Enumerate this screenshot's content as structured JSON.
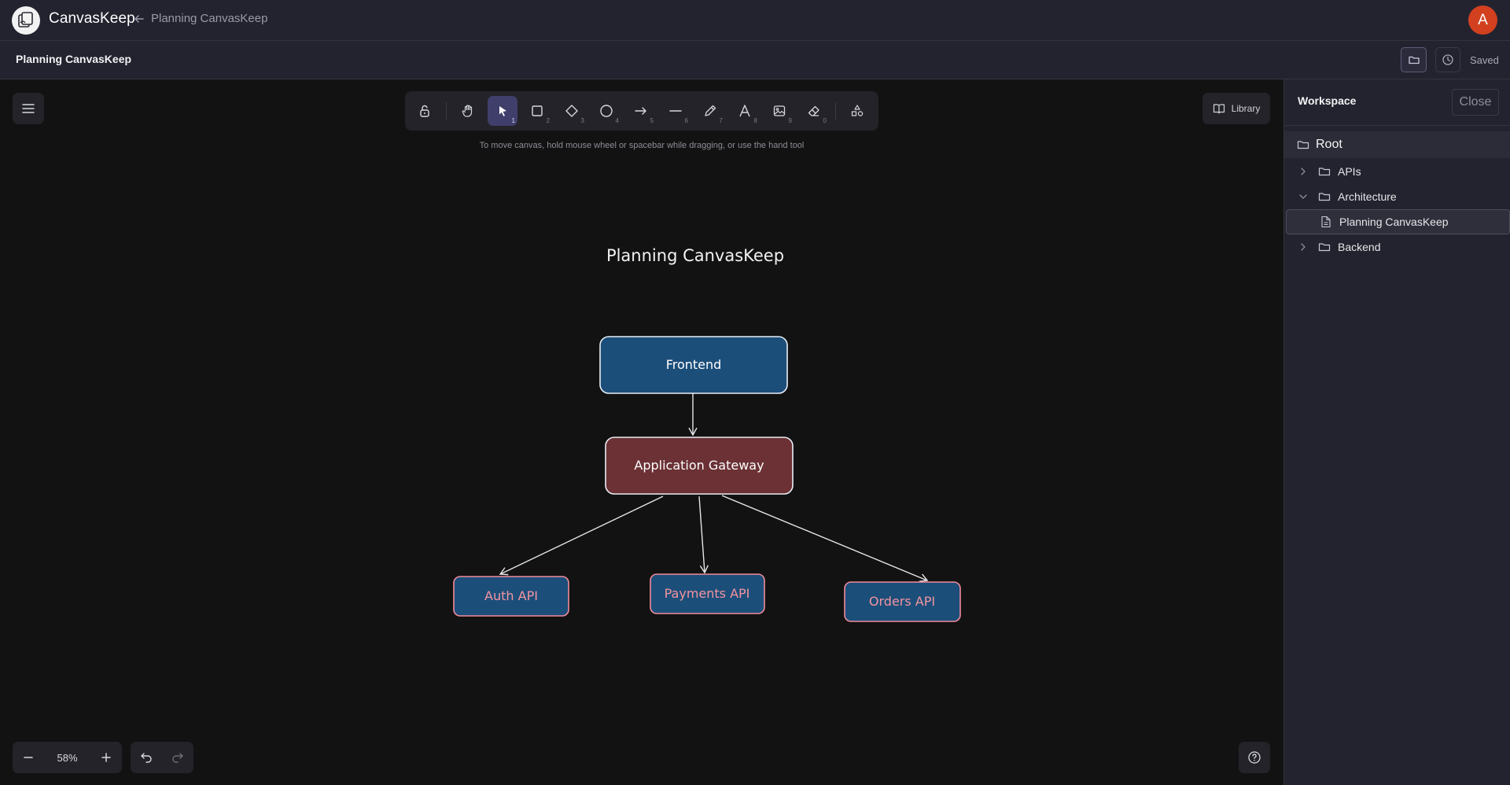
{
  "app": {
    "brand": "CanvasKeep",
    "back_label": "Planning CanvasKeep",
    "avatar_initial": "A",
    "avatar_color": "#d2401f"
  },
  "document": {
    "title": "Planning CanvasKeep",
    "save_status": "Saved"
  },
  "toolbar": {
    "tools": [
      {
        "name": "lock",
        "icon": "lock-open-icon",
        "key": ""
      },
      {
        "name": "hand",
        "icon": "hand-icon",
        "key": ""
      },
      {
        "name": "selection",
        "icon": "pointer-icon",
        "key": "1",
        "active": true
      },
      {
        "name": "rectangle",
        "icon": "rectangle-icon",
        "key": "2"
      },
      {
        "name": "diamond",
        "icon": "diamond-icon",
        "key": "3"
      },
      {
        "name": "ellipse",
        "icon": "circle-icon",
        "key": "4"
      },
      {
        "name": "arrow",
        "icon": "arrow-right-icon",
        "key": "5"
      },
      {
        "name": "line",
        "icon": "line-icon",
        "key": "6"
      },
      {
        "name": "draw",
        "icon": "pencil-icon",
        "key": "7"
      },
      {
        "name": "text",
        "icon": "text-icon",
        "key": "8"
      },
      {
        "name": "image",
        "icon": "image-icon",
        "key": "9"
      },
      {
        "name": "eraser",
        "icon": "eraser-icon",
        "key": "0"
      },
      {
        "name": "extra-tools",
        "icon": "shapes-icon",
        "key": ""
      }
    ],
    "active_color": "#403e6a"
  },
  "hint": "To move canvas, hold mouse wheel or spacebar while dragging, or use the hand tool",
  "library_label": "Library",
  "zoom": {
    "level": "58%"
  },
  "diagram": {
    "title": "Planning CanvasKeep",
    "nodes": [
      {
        "id": "frontend",
        "label": "Frontend",
        "fill": "#1c4e7a",
        "stroke": "#e9eef5",
        "text_color": "#ffffff"
      },
      {
        "id": "gateway",
        "label": "Application Gateway",
        "fill": "#6b3135",
        "stroke": "#e9eef5",
        "text_color": "#ffffff"
      },
      {
        "id": "auth",
        "label": "Auth API",
        "fill": "#1c4e7a",
        "stroke": "#f28b9a",
        "text_color": "#f3949f"
      },
      {
        "id": "payments",
        "label": "Payments API",
        "fill": "#1c4e7a",
        "stroke": "#f28b9a",
        "text_color": "#f3949f"
      },
      {
        "id": "orders",
        "label": "Orders API",
        "fill": "#1c4e7a",
        "stroke": "#f28b9a",
        "text_color": "#f3949f"
      }
    ],
    "edges": [
      {
        "from": "frontend",
        "to": "gateway"
      },
      {
        "from": "gateway",
        "to": "auth"
      },
      {
        "from": "gateway",
        "to": "payments"
      },
      {
        "from": "gateway",
        "to": "orders"
      }
    ]
  },
  "sidebar": {
    "title": "Workspace",
    "close_label": "Close",
    "tree": [
      {
        "label": "Root",
        "type": "folder",
        "level": 0
      },
      {
        "label": "APIs",
        "type": "folder",
        "level": 1,
        "expanded": false
      },
      {
        "label": "Architecture",
        "type": "folder",
        "level": 1,
        "expanded": true
      },
      {
        "label": "Planning CanvasKeep",
        "type": "file",
        "level": 2,
        "selected": true
      },
      {
        "label": "Backend",
        "type": "folder",
        "level": 1,
        "expanded": false
      }
    ]
  }
}
